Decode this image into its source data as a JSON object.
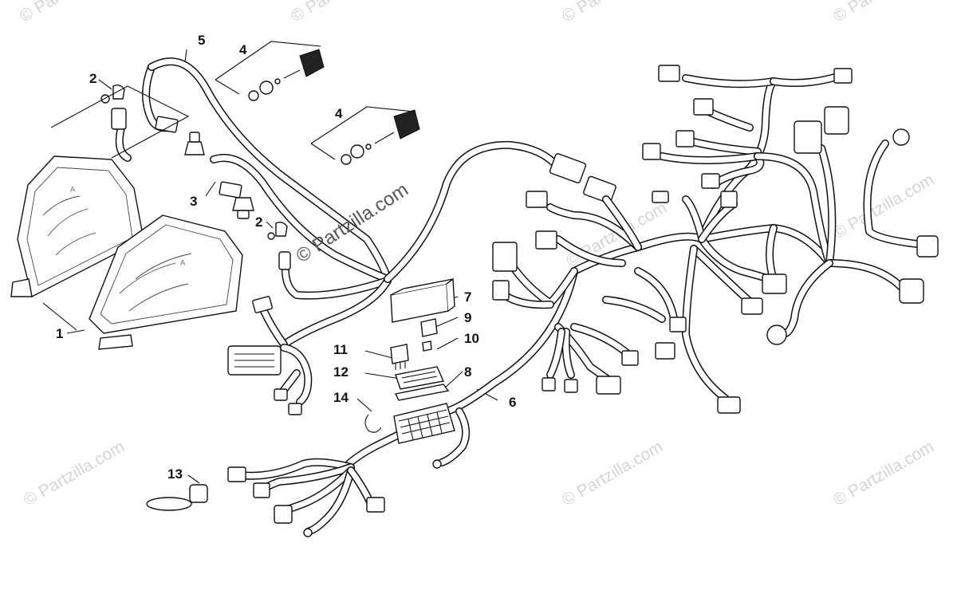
{
  "watermarks": {
    "small": "© Partzilla.com",
    "main": "© Partzilla.com"
  },
  "callouts": [
    {
      "id": "c1",
      "label": "1"
    },
    {
      "id": "c2a",
      "label": "2"
    },
    {
      "id": "c2b",
      "label": "2"
    },
    {
      "id": "c3",
      "label": "3"
    },
    {
      "id": "c4a",
      "label": "4"
    },
    {
      "id": "c4b",
      "label": "4"
    },
    {
      "id": "c5",
      "label": "5"
    },
    {
      "id": "c6",
      "label": "6"
    },
    {
      "id": "c7",
      "label": "7"
    },
    {
      "id": "c8",
      "label": "8"
    },
    {
      "id": "c9",
      "label": "9"
    },
    {
      "id": "c10",
      "label": "10"
    },
    {
      "id": "c11",
      "label": "11"
    },
    {
      "id": "c12",
      "label": "12"
    },
    {
      "id": "c13",
      "label": "13"
    },
    {
      "id": "c14",
      "label": "14"
    }
  ],
  "colors": {
    "line": "#111111",
    "watermark": "#d4d4d4",
    "background": "#ffffff"
  }
}
